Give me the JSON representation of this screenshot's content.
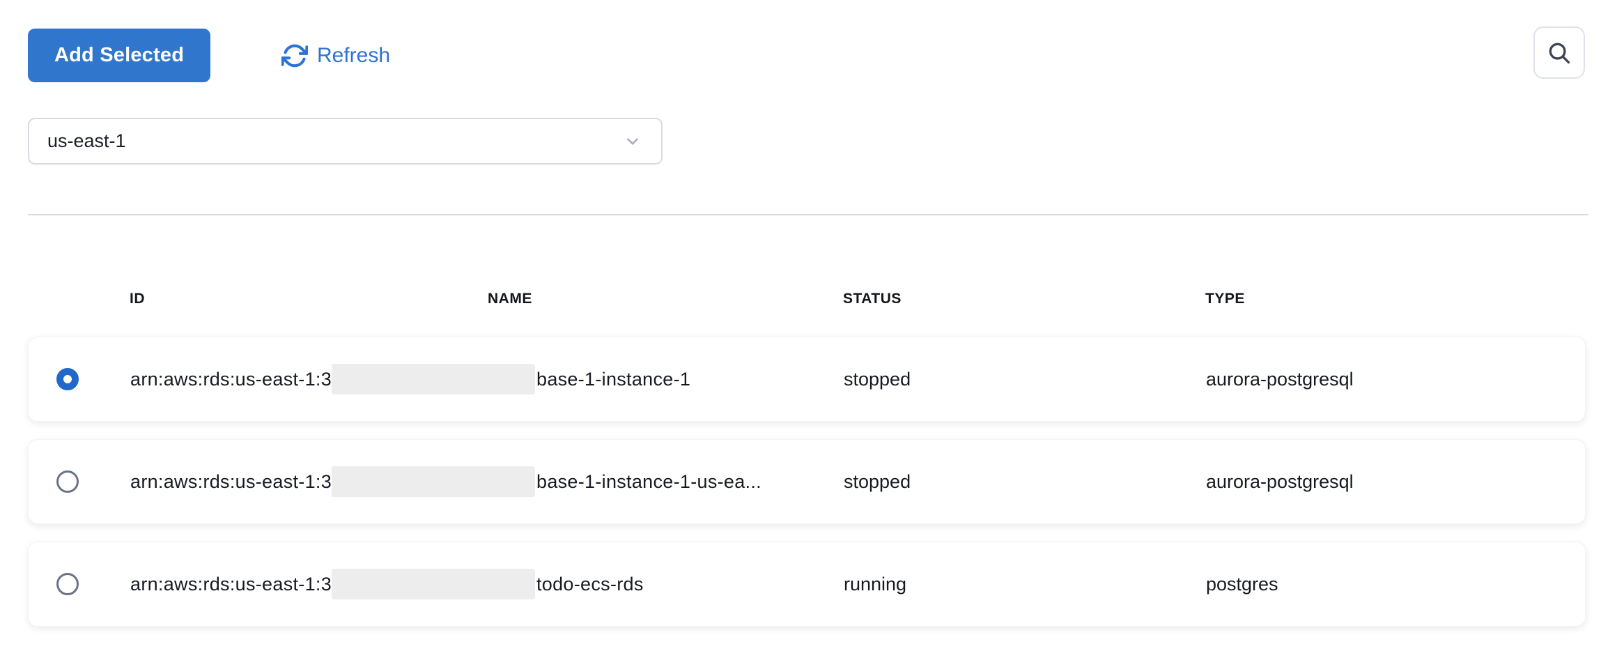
{
  "toolbar": {
    "add_selected_label": "Add Selected",
    "refresh_label": "Refresh"
  },
  "region_select": {
    "value": "us-east-1"
  },
  "table": {
    "columns": {
      "id": "ID",
      "name": "NAME",
      "status": "STATUS",
      "type": "TYPE"
    },
    "rows": [
      {
        "selected": true,
        "id_prefix": "arn:aws:rds:us-east-1:3",
        "id_redacted": true,
        "name": "base-1-instance-1",
        "status": "stopped",
        "type": "aurora-postgresql"
      },
      {
        "selected": false,
        "id_prefix": "arn:aws:rds:us-east-1:3",
        "id_redacted": true,
        "name": "base-1-instance-1-us-ea...",
        "status": "stopped",
        "type": "aurora-postgresql"
      },
      {
        "selected": false,
        "id_prefix": "arn:aws:rds:us-east-1:3",
        "id_redacted": true,
        "name": "todo-ecs-rds",
        "status": "running",
        "type": "postgres"
      }
    ]
  },
  "colors": {
    "primary_button": "#2f76cc",
    "link_blue": "#2e72d4",
    "selected_radio": "#2268c8",
    "divider": "#d7dbe2",
    "redaction": "#ededee"
  }
}
